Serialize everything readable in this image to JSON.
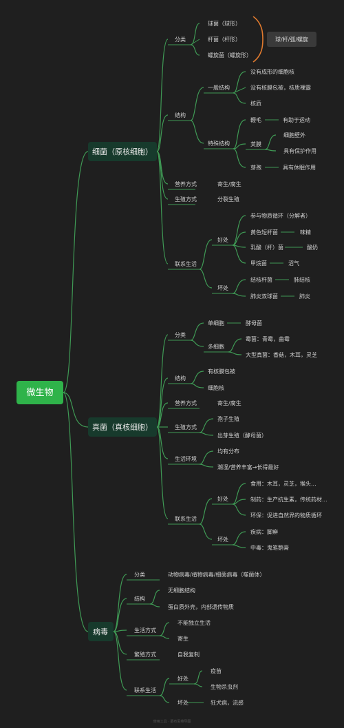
{
  "root": "微生物",
  "bacteria": {
    "title": "细菌（原核细胞）",
    "classify": "分类",
    "shapes": [
      "球菌（球形）",
      "杆菌（杆形）",
      "螺旋菌（螺旋形）"
    ],
    "shapes_summary": "球/杆/弧/螺旋",
    "structure": "结构",
    "general_structure": "一般结构",
    "general_items": [
      "没有成形的细胞核",
      "没有核膜包被，核质裸露",
      "核质"
    ],
    "special_structure": "特殊结构",
    "flagellum": "鞭毛",
    "flagellum_fn": "有助于运动",
    "capsule": "荚膜",
    "capsule_items": [
      "细胞壁外",
      "具有保护作用"
    ],
    "spore": "芽孢",
    "spore_fn": "具有休眠作用",
    "nutrition": "营养方式",
    "nutrition_value": "寄生/腐生",
    "reproduction": "生殖方式",
    "reproduction_value": "分裂生殖",
    "life_relation": "联系生活",
    "benefit": "好处",
    "benefit_items": [
      {
        "label": "参与物质循环（分解者）",
        "sub": ""
      },
      {
        "label": "黄色短杆菌",
        "sub": "味精"
      },
      {
        "label": "乳酸（杆）菌",
        "sub": "酸奶"
      },
      {
        "label": "甲烷菌",
        "sub": "沼气"
      }
    ],
    "harm": "坏处",
    "harm_items": [
      {
        "label": "结核杆菌",
        "sub": "肺结核"
      },
      {
        "label": "肺炎双球菌",
        "sub": "肺炎"
      }
    ]
  },
  "fungi": {
    "title": "真菌（真核细胞）",
    "classify": "分类",
    "unicellular": "单细胞",
    "unicellular_example": "酵母菌",
    "multicellular": "多细胞",
    "multicellular_items": [
      "霉菌：青霉，曲霉",
      "大型真菌：香菇，木耳，灵芝"
    ],
    "structure": "结构",
    "structure_items": [
      "有核膜包被",
      "细胞核"
    ],
    "nutrition": "营养方式",
    "nutrition_value": "寄生/腐生",
    "reproduction": "生殖方式",
    "reproduction_items": [
      "孢子生殖",
      "出芽生殖（酵母菌）"
    ],
    "environment": "生活环境",
    "environment_items": [
      "均有分布",
      "潮湿/营养丰富→长得最好"
    ],
    "life_relation": "联系生活",
    "benefit": "好处",
    "benefit_items": [
      "食用：木耳，灵芝，猴头...",
      "制药：生产抗生素，传统药材...",
      "环保：促进自然界的物质循环"
    ],
    "harm": "坏处",
    "harm_items": [
      "疾病：脚癣",
      "中毒：鬼笔鹅膏"
    ]
  },
  "virus": {
    "title": "病毒",
    "classify": "分类",
    "classify_value": "动物病毒/植物病毒/细菌病毒（噬菌体）",
    "structure": "结构",
    "structure_items": [
      "无细胞结构",
      "蛋白质外壳，内部遗传物质"
    ],
    "lifestyle": "生活方式",
    "lifestyle_items": [
      "不能独立生活",
      "寄生"
    ],
    "reproduction": "繁殖方式",
    "reproduction_value": "自我复制",
    "life_relation": "联系生活",
    "benefit": "好处",
    "benefit_items": [
      "疫苗",
      "生物杀虫剂"
    ],
    "harm": "坏处",
    "harm_value": "狂犬病，流感"
  },
  "footer": "使用工具 · 幕布思维导图",
  "colors": {
    "background": "#1f1f1f",
    "root": "#2fb34a",
    "branch_node": "#173a2c",
    "connector": "#3f9a55",
    "brace": "#e07a2e",
    "callout": "#3a3a3a"
  }
}
